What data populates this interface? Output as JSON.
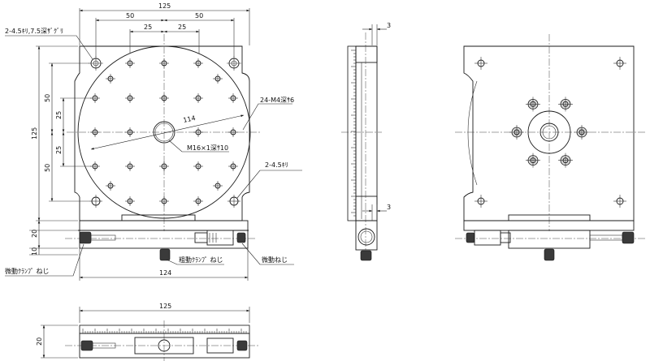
{
  "drawing": {
    "front_view": {
      "dim_overall_width": "125",
      "dim_half_left": "50",
      "dim_half_right": "50",
      "dim_quarter_left": "25",
      "dim_quarter_right": "25",
      "dim_overall_height": "125",
      "dim_v_50_top": "50",
      "dim_v_25_top": "25",
      "dim_v_25_bottom": "25",
      "dim_v_50_bottom": "50",
      "dim_pcd": "114",
      "note_counterbore": "2-4.5ｷﾘ,7.5深ｻﾞｸﾞﾘ",
      "note_tapped": "24-M4深ｻ6",
      "note_center_thread": "M16×1深ｻ10",
      "note_through": "2-4.5ｷﾘ",
      "dim_height_20": "20",
      "dim_height_10": "10",
      "dim_base_width": "124",
      "label_fine_clamp": "微動ｸﾗﾝﾌﾟ ねじ",
      "label_coarse_clamp": "粗動ｸﾗﾝﾌﾟ ねじ",
      "label_fine_screw": "微動ねじ"
    },
    "side_view": {
      "dim_top_3": "3",
      "dim_bottom_3": "3"
    },
    "bottom_view": {
      "dim_width": "125",
      "dim_height": "20"
    }
  }
}
